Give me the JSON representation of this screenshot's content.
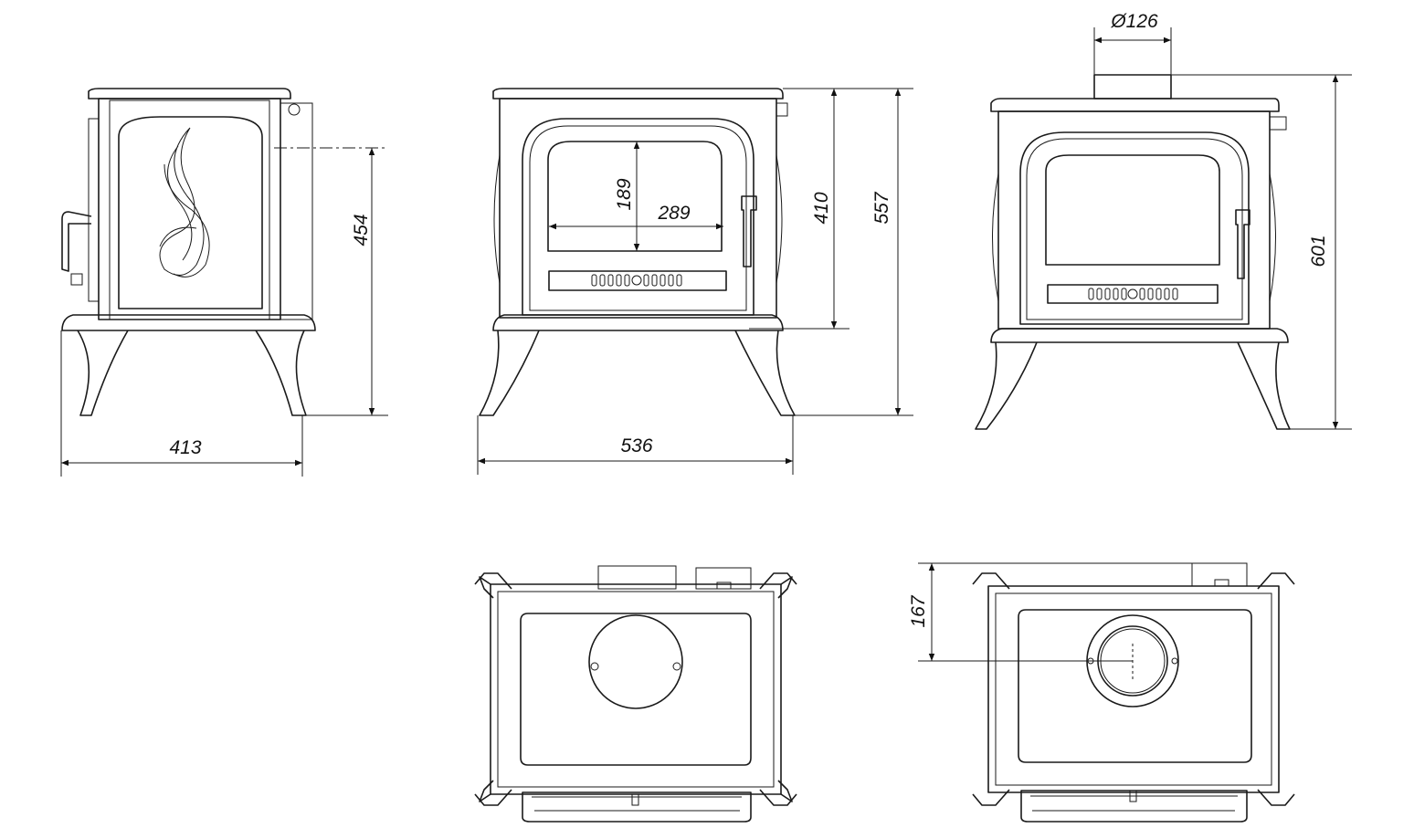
{
  "drawing": {
    "side_view": {
      "width_label": "413",
      "height_label": "454"
    },
    "front_view": {
      "width_label": "536",
      "glass_height_label": "189",
      "glass_width_label": "289",
      "door_height_label": "410",
      "total_height_label": "557"
    },
    "rear_view": {
      "flue_diameter_label": "Ø126",
      "total_height_label": "601"
    },
    "top_view_flue": {
      "flue_offset_label": "167"
    }
  }
}
